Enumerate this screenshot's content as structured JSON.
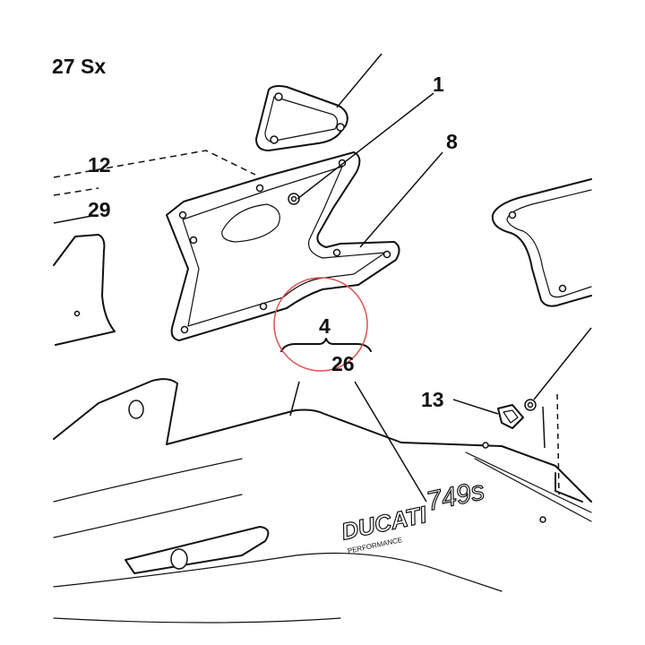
{
  "header": {
    "side_label": "27 Sx"
  },
  "callouts": {
    "c1": "1",
    "c8": "8",
    "c12": "12",
    "c29": "29",
    "c4": "4",
    "c26": "26",
    "c13": "13"
  },
  "decal": {
    "brand": "DUCATI",
    "model": "749s",
    "sub": "PERFORMANCE"
  },
  "colors": {
    "linework": "#111111",
    "highlight_circle": "#d9534f",
    "background": "#ffffff"
  }
}
